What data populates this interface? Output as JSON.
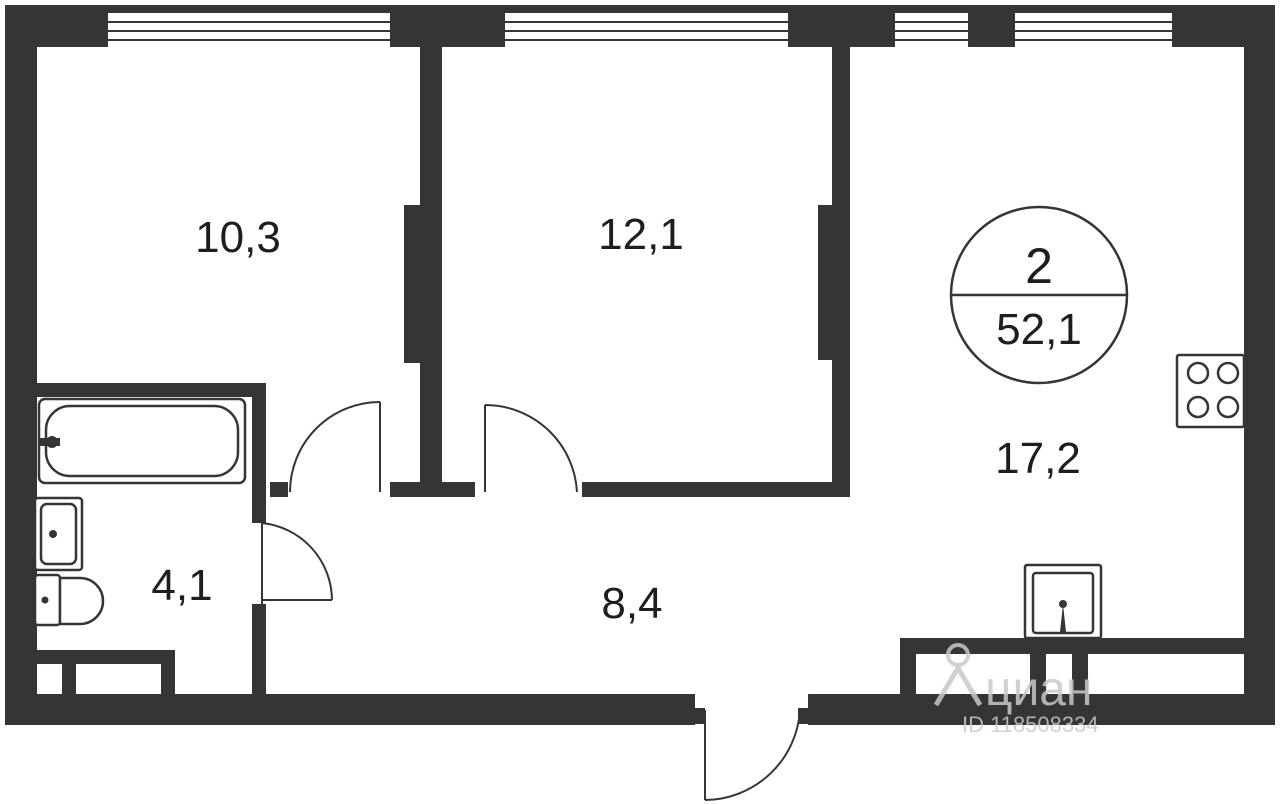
{
  "rooms": {
    "bedroom_1_area": "10,3",
    "bedroom_2_area": "12,1",
    "kitchen_living_area": "17,2",
    "bathroom_area": "4,1",
    "hallway_area": "8,4"
  },
  "summary": {
    "room_count": "2",
    "total_area": "52,1"
  },
  "watermark": {
    "brand": "циан",
    "id_text": "ID 118508334"
  }
}
